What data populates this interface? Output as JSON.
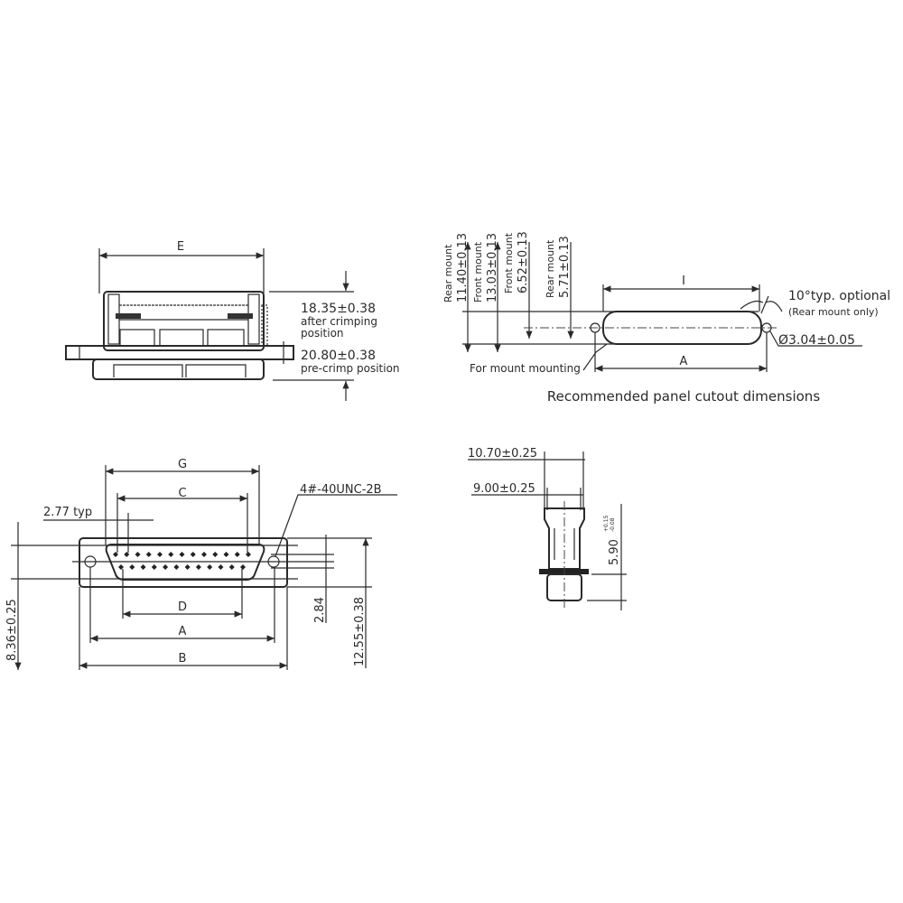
{
  "side_view": {
    "dim_e": "E",
    "height_after": "18.35±0.38",
    "after_note_1": "after crimping",
    "after_note_2": "position",
    "height_pre": "20.80±0.38",
    "pre_note": "pre-crimp position"
  },
  "panel_cutout": {
    "title": "Recommended panel cutout dimensions",
    "rear_mount_1_label": "Rear mount",
    "rear_mount_1_value": "11.40±0.13",
    "front_mount_1_label": "Front mount",
    "front_mount_1_value": "13.03±0.13",
    "front_mount_2_label": "Front mount",
    "front_mount_2_value": "6.52±0.13",
    "rear_mount_2_label": "Rear mount",
    "rear_mount_2_value": "5.71±0.13",
    "dim_i": "I",
    "dim_a": "A",
    "angle_note": "10°typ. optional",
    "angle_sub": "(Rear mount only)",
    "hole_dia": "Ø3.04±0.05",
    "mount_note": "For mount mounting"
  },
  "front_view": {
    "dim_g": "G",
    "dim_c": "C",
    "pitch": "2.77 typ",
    "thread": "4#-40UNC-2B",
    "dim_d": "D",
    "dim_a": "A",
    "dim_b": "B",
    "height_left": "8.36±0.25",
    "row_spacing": "2.84",
    "height_right": "12.55±0.38",
    "pins_top_row": 13,
    "pins_bottom_row": 12
  },
  "end_view": {
    "outer_width": "10.70±0.25",
    "inner_width": "9.00±0.25",
    "depth": "5.90",
    "depth_tol_plus": "+0.15",
    "depth_tol_minus": "-0.08"
  }
}
